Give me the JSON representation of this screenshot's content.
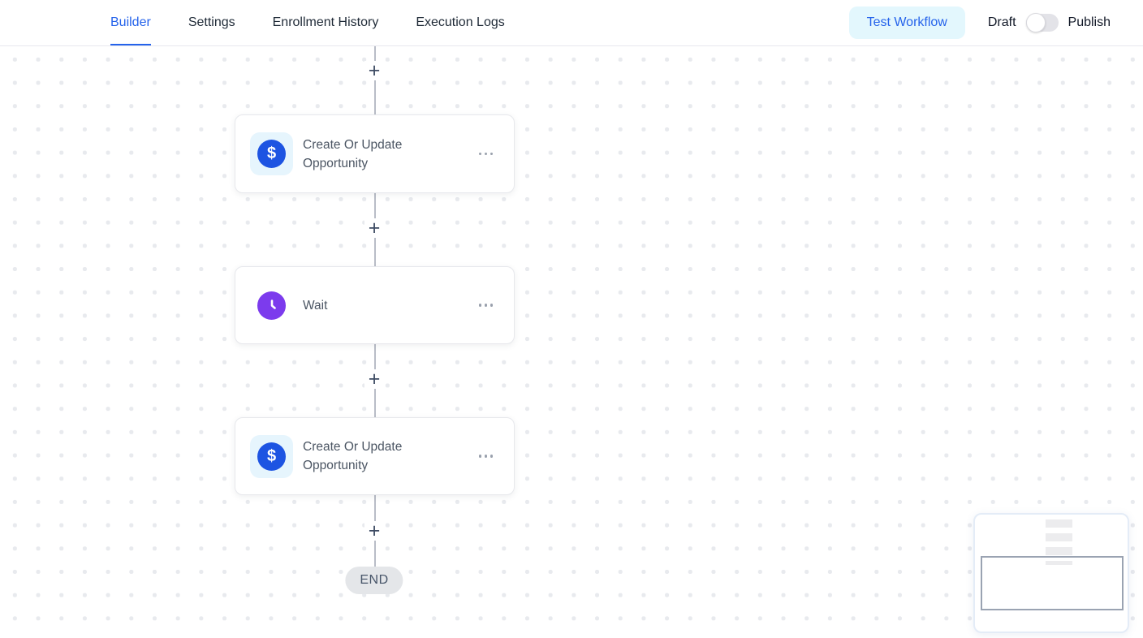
{
  "header": {
    "tabs": [
      {
        "label": "Builder",
        "active": true
      },
      {
        "label": "Settings",
        "active": false
      },
      {
        "label": "Enrollment History",
        "active": false
      },
      {
        "label": "Execution Logs",
        "active": false
      }
    ],
    "test_workflow_label": "Test Workflow",
    "draft_label": "Draft",
    "publish_label": "Publish",
    "publish_toggle_state": "off"
  },
  "canvas": {
    "plus_label": "+",
    "end_label": "END",
    "nodes": [
      {
        "title": "Create Or Update Opportunity",
        "icon": "dollar-icon",
        "icon_glyph": "$",
        "icon_color": "#1d54e2",
        "icon_bg": "#e6f5fd"
      },
      {
        "title": "Wait",
        "icon": "clock-icon",
        "icon_color": "#7c3bed"
      },
      {
        "title": "Create Or Update Opportunity",
        "icon": "dollar-icon",
        "icon_glyph": "$",
        "icon_color": "#1d54e2",
        "icon_bg": "#e6f5fd"
      }
    ]
  },
  "minimap": {
    "bar_count": 4
  },
  "colors": {
    "accent_blue": "#2563eb",
    "test_button_bg": "#e3f7fd",
    "node_icon_blue": "#1d54e2",
    "node_icon_purple": "#7c3bed",
    "connector": "#b9bdc7",
    "end_pill_bg": "#e4e6e9",
    "dot_grid": "#e8eaee"
  }
}
